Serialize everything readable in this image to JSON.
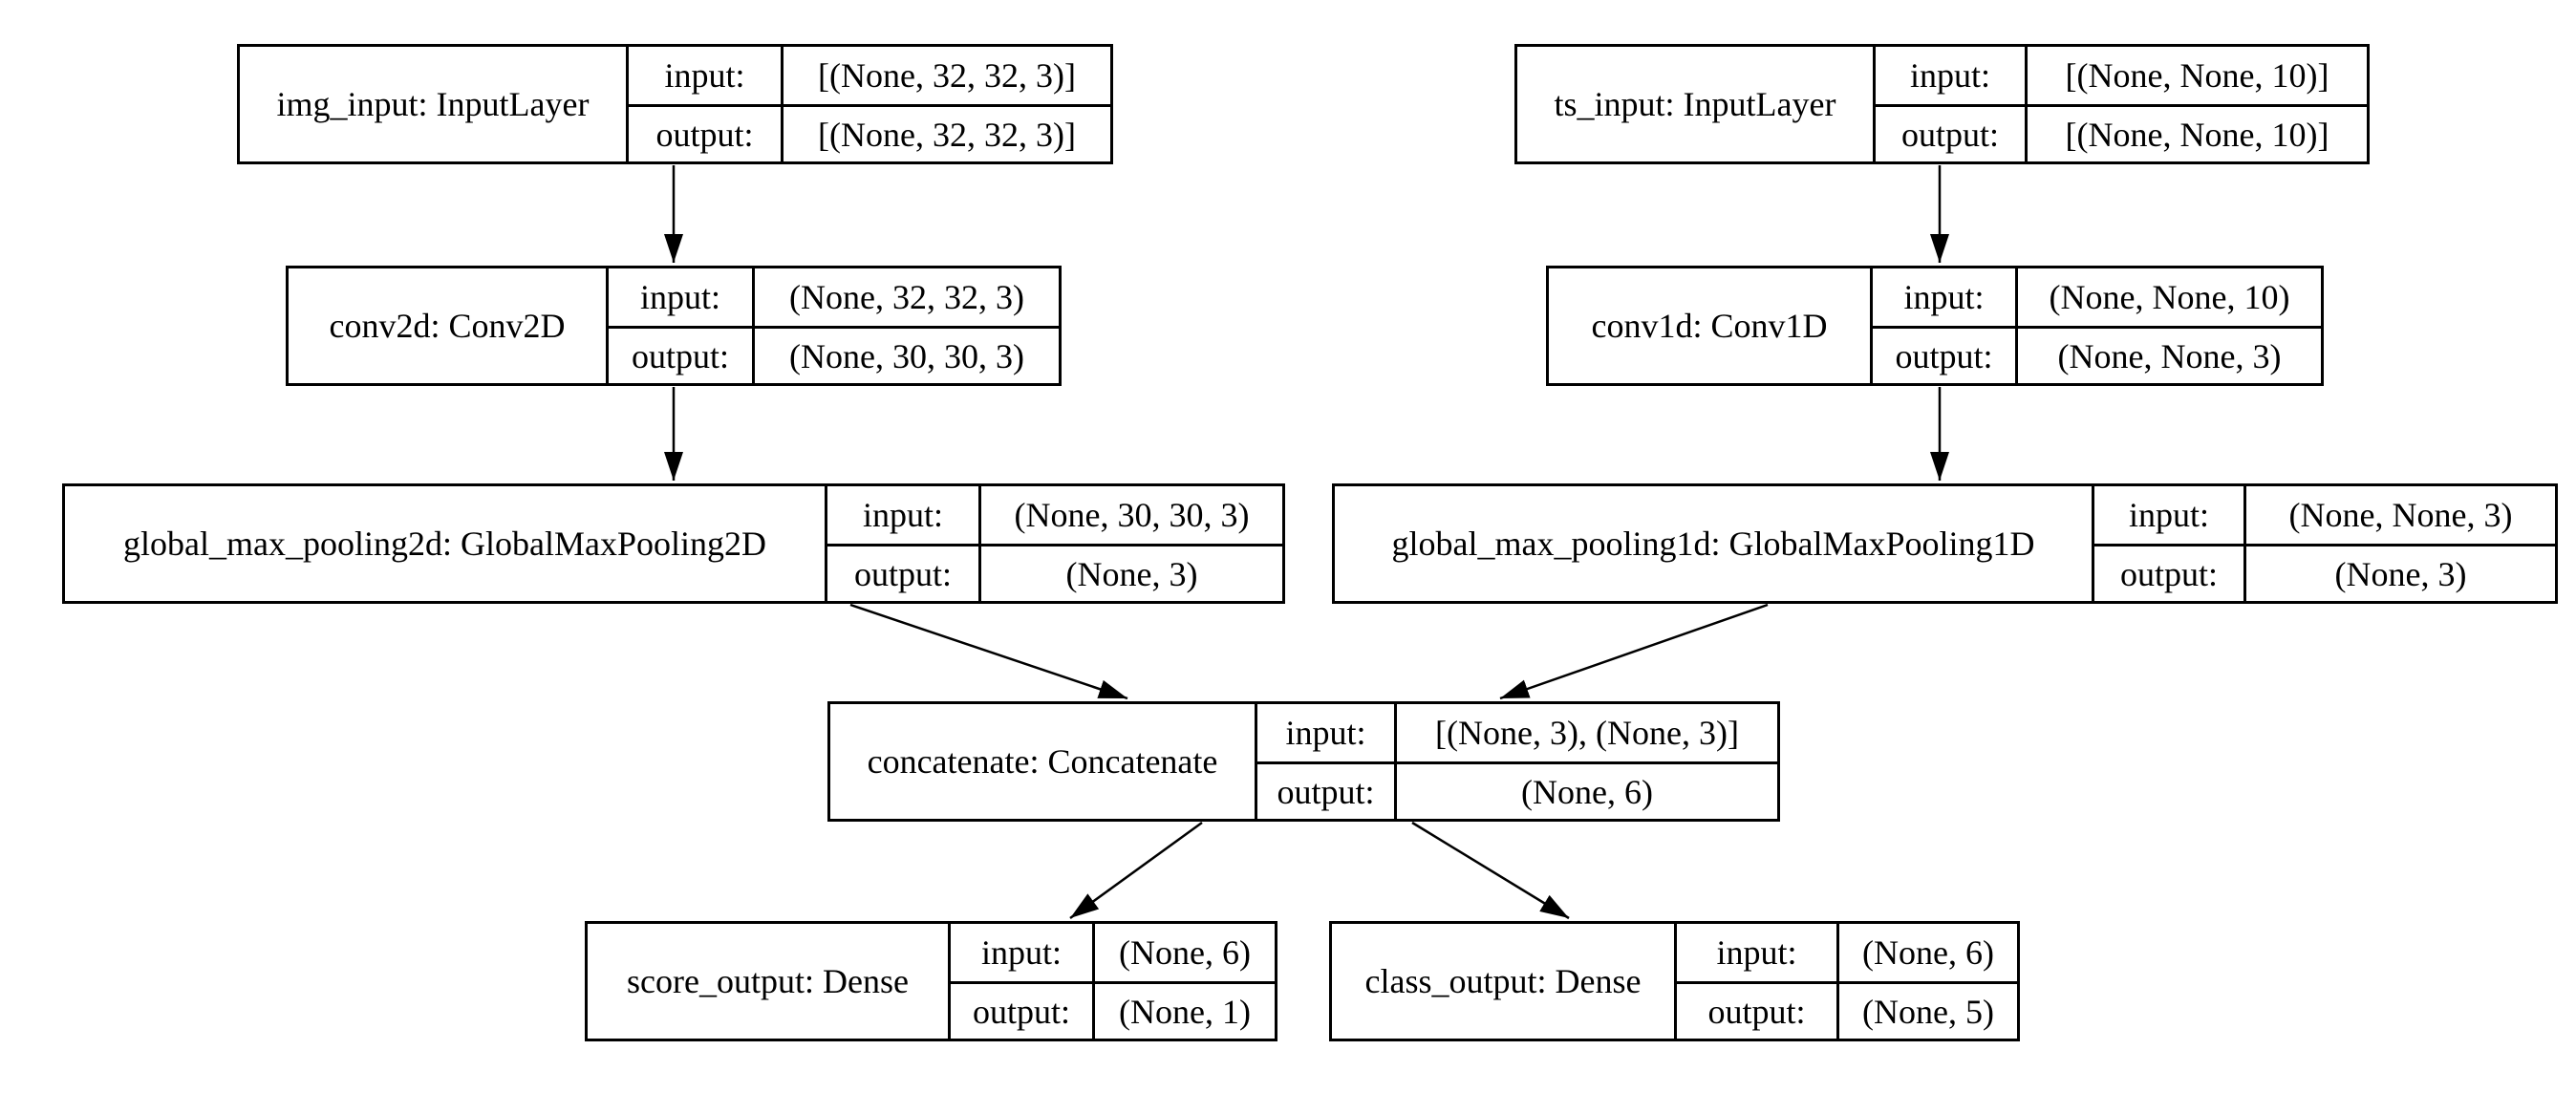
{
  "diagram": {
    "kind": "keras-model-architecture",
    "nodes": [
      {
        "id": "img_input",
        "title": "img_input: InputLayer",
        "rows": [
          {
            "label": "input:",
            "value": "[(None, 32, 32, 3)]"
          },
          {
            "label": "output:",
            "value": "[(None, 32, 32, 3)]"
          }
        ]
      },
      {
        "id": "ts_input",
        "title": "ts_input: InputLayer",
        "rows": [
          {
            "label": "input:",
            "value": "[(None, None, 10)]"
          },
          {
            "label": "output:",
            "value": "[(None, None, 10)]"
          }
        ]
      },
      {
        "id": "conv2d",
        "title": "conv2d: Conv2D",
        "rows": [
          {
            "label": "input:",
            "value": "(None, 32, 32, 3)"
          },
          {
            "label": "output:",
            "value": "(None, 30, 30, 3)"
          }
        ]
      },
      {
        "id": "conv1d",
        "title": "conv1d: Conv1D",
        "rows": [
          {
            "label": "input:",
            "value": "(None, None, 10)"
          },
          {
            "label": "output:",
            "value": "(None, None, 3)"
          }
        ]
      },
      {
        "id": "global_max_pooling2d",
        "title": "global_max_pooling2d: GlobalMaxPooling2D",
        "rows": [
          {
            "label": "input:",
            "value": "(None, 30, 30, 3)"
          },
          {
            "label": "output:",
            "value": "(None, 3)"
          }
        ]
      },
      {
        "id": "global_max_pooling1d",
        "title": "global_max_pooling1d: GlobalMaxPooling1D",
        "rows": [
          {
            "label": "input:",
            "value": "(None, None, 3)"
          },
          {
            "label": "output:",
            "value": "(None, 3)"
          }
        ]
      },
      {
        "id": "concatenate",
        "title": "concatenate: Concatenate",
        "rows": [
          {
            "label": "input:",
            "value": "[(None, 3), (None, 3)]"
          },
          {
            "label": "output:",
            "value": "(None, 6)"
          }
        ]
      },
      {
        "id": "score_output",
        "title": "score_output: Dense",
        "rows": [
          {
            "label": "input:",
            "value": "(None, 6)"
          },
          {
            "label": "output:",
            "value": "(None, 1)"
          }
        ]
      },
      {
        "id": "class_output",
        "title": "class_output: Dense",
        "rows": [
          {
            "label": "input:",
            "value": "(None, 6)"
          },
          {
            "label": "output:",
            "value": "(None, 5)"
          }
        ]
      }
    ],
    "edges": [
      {
        "from": "img_input",
        "to": "conv2d"
      },
      {
        "from": "ts_input",
        "to": "conv1d"
      },
      {
        "from": "conv2d",
        "to": "global_max_pooling2d"
      },
      {
        "from": "conv1d",
        "to": "global_max_pooling1d"
      },
      {
        "from": "global_max_pooling2d",
        "to": "concatenate"
      },
      {
        "from": "global_max_pooling1d",
        "to": "concatenate"
      },
      {
        "from": "concatenate",
        "to": "score_output"
      },
      {
        "from": "concatenate",
        "to": "class_output"
      }
    ]
  }
}
